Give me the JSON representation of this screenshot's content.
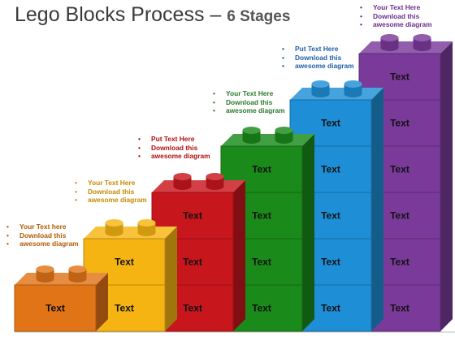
{
  "title": {
    "main": "Lego Blocks Process",
    "dash": " – ",
    "sub": "6 Stages"
  },
  "stages": [
    {
      "color": "#e27418",
      "note": [
        "Your Text here",
        "Download this",
        "awesome diagram"
      ],
      "note_color": "#b35a00",
      "block_labels": [
        "Text"
      ]
    },
    {
      "color": "#f6b412",
      "note": [
        "Your Text Here",
        "Download this",
        "awesome diagram"
      ],
      "note_color": "#c58a00",
      "block_labels": [
        "Text",
        "Text"
      ]
    },
    {
      "color": "#c8161d",
      "note": [
        "Put Text Here",
        "Download this",
        "awesome diagram"
      ],
      "note_color": "#b01010",
      "block_labels": [
        "Text",
        "Text",
        "Text"
      ]
    },
    {
      "color": "#1a8a1a",
      "note": [
        "Your Text Here",
        "Download this",
        "awesome diagram"
      ],
      "note_color": "#2a7a2a",
      "block_labels": [
        "Text",
        "Text",
        "Text",
        "Text"
      ]
    },
    {
      "color": "#1e8fd6",
      "note": [
        "Put Text Here",
        "Download this",
        "awesome diagram"
      ],
      "note_color": "#1d5fa8",
      "block_labels": [
        "Text",
        "Text",
        "Text",
        "Text",
        "Text"
      ]
    },
    {
      "color": "#7a3a9a",
      "note": [
        "Your Text Here",
        "Download this",
        "awesome diagram"
      ],
      "note_color": "#6a2d8a",
      "block_labels": [
        "Text",
        "Text",
        "Text",
        "Text",
        "Text",
        "Text"
      ]
    }
  ],
  "bullet_glyph": "•"
}
